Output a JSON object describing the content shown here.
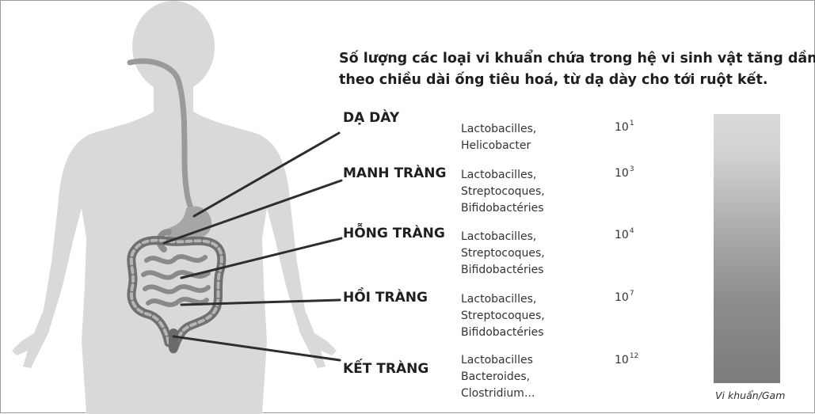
{
  "title": {
    "line1": "Số lượng các loại vi khuẩn chứa trong hệ vi sinh vật tăng dần",
    "line2": "theo chiều dài ống tiêu hoá, từ dạ dày cho tới ruột kết."
  },
  "sections": [
    {
      "organ": "DẠ DÀY",
      "bacteria": [
        "Lactobacilles,",
        "Helicobacter"
      ],
      "count_base": "10",
      "count_exp": "1"
    },
    {
      "organ": "MANH TRÀNG",
      "bacteria": [
        "Lactobacilles,",
        "Streptocoques,",
        "Bifidobactéries"
      ],
      "count_base": "10",
      "count_exp": "3"
    },
    {
      "organ": "HỖNG TRÀNG",
      "bacteria": [
        "Lactobacilles,",
        "Streptocoques,",
        "Bifidobactéries"
      ],
      "count_base": "10",
      "count_exp": "4"
    },
    {
      "organ": "HỒI TRÀNG",
      "bacteria": [
        "Lactobacilles,",
        "Streptocoques,",
        "Bifidobactéries"
      ],
      "count_base": "10",
      "count_exp": "7"
    },
    {
      "organ": "KẾT TRÀNG",
      "bacteria": [
        "Lactobacilles",
        "Bacteroides,",
        "Clostridium..."
      ],
      "count_base": "10",
      "count_exp": "12"
    }
  ],
  "scale": {
    "label": "Vi khuẩn/Gam",
    "gradient_top_color": "#dadada",
    "gradient_bottom_color": "#7c7c7c"
  },
  "colors": {
    "silhouette": "#d9d9d9",
    "digestive_tract": "#a6a6a6",
    "intestine_outline": "#707070",
    "pointer_lines": "#2e2e2e"
  }
}
